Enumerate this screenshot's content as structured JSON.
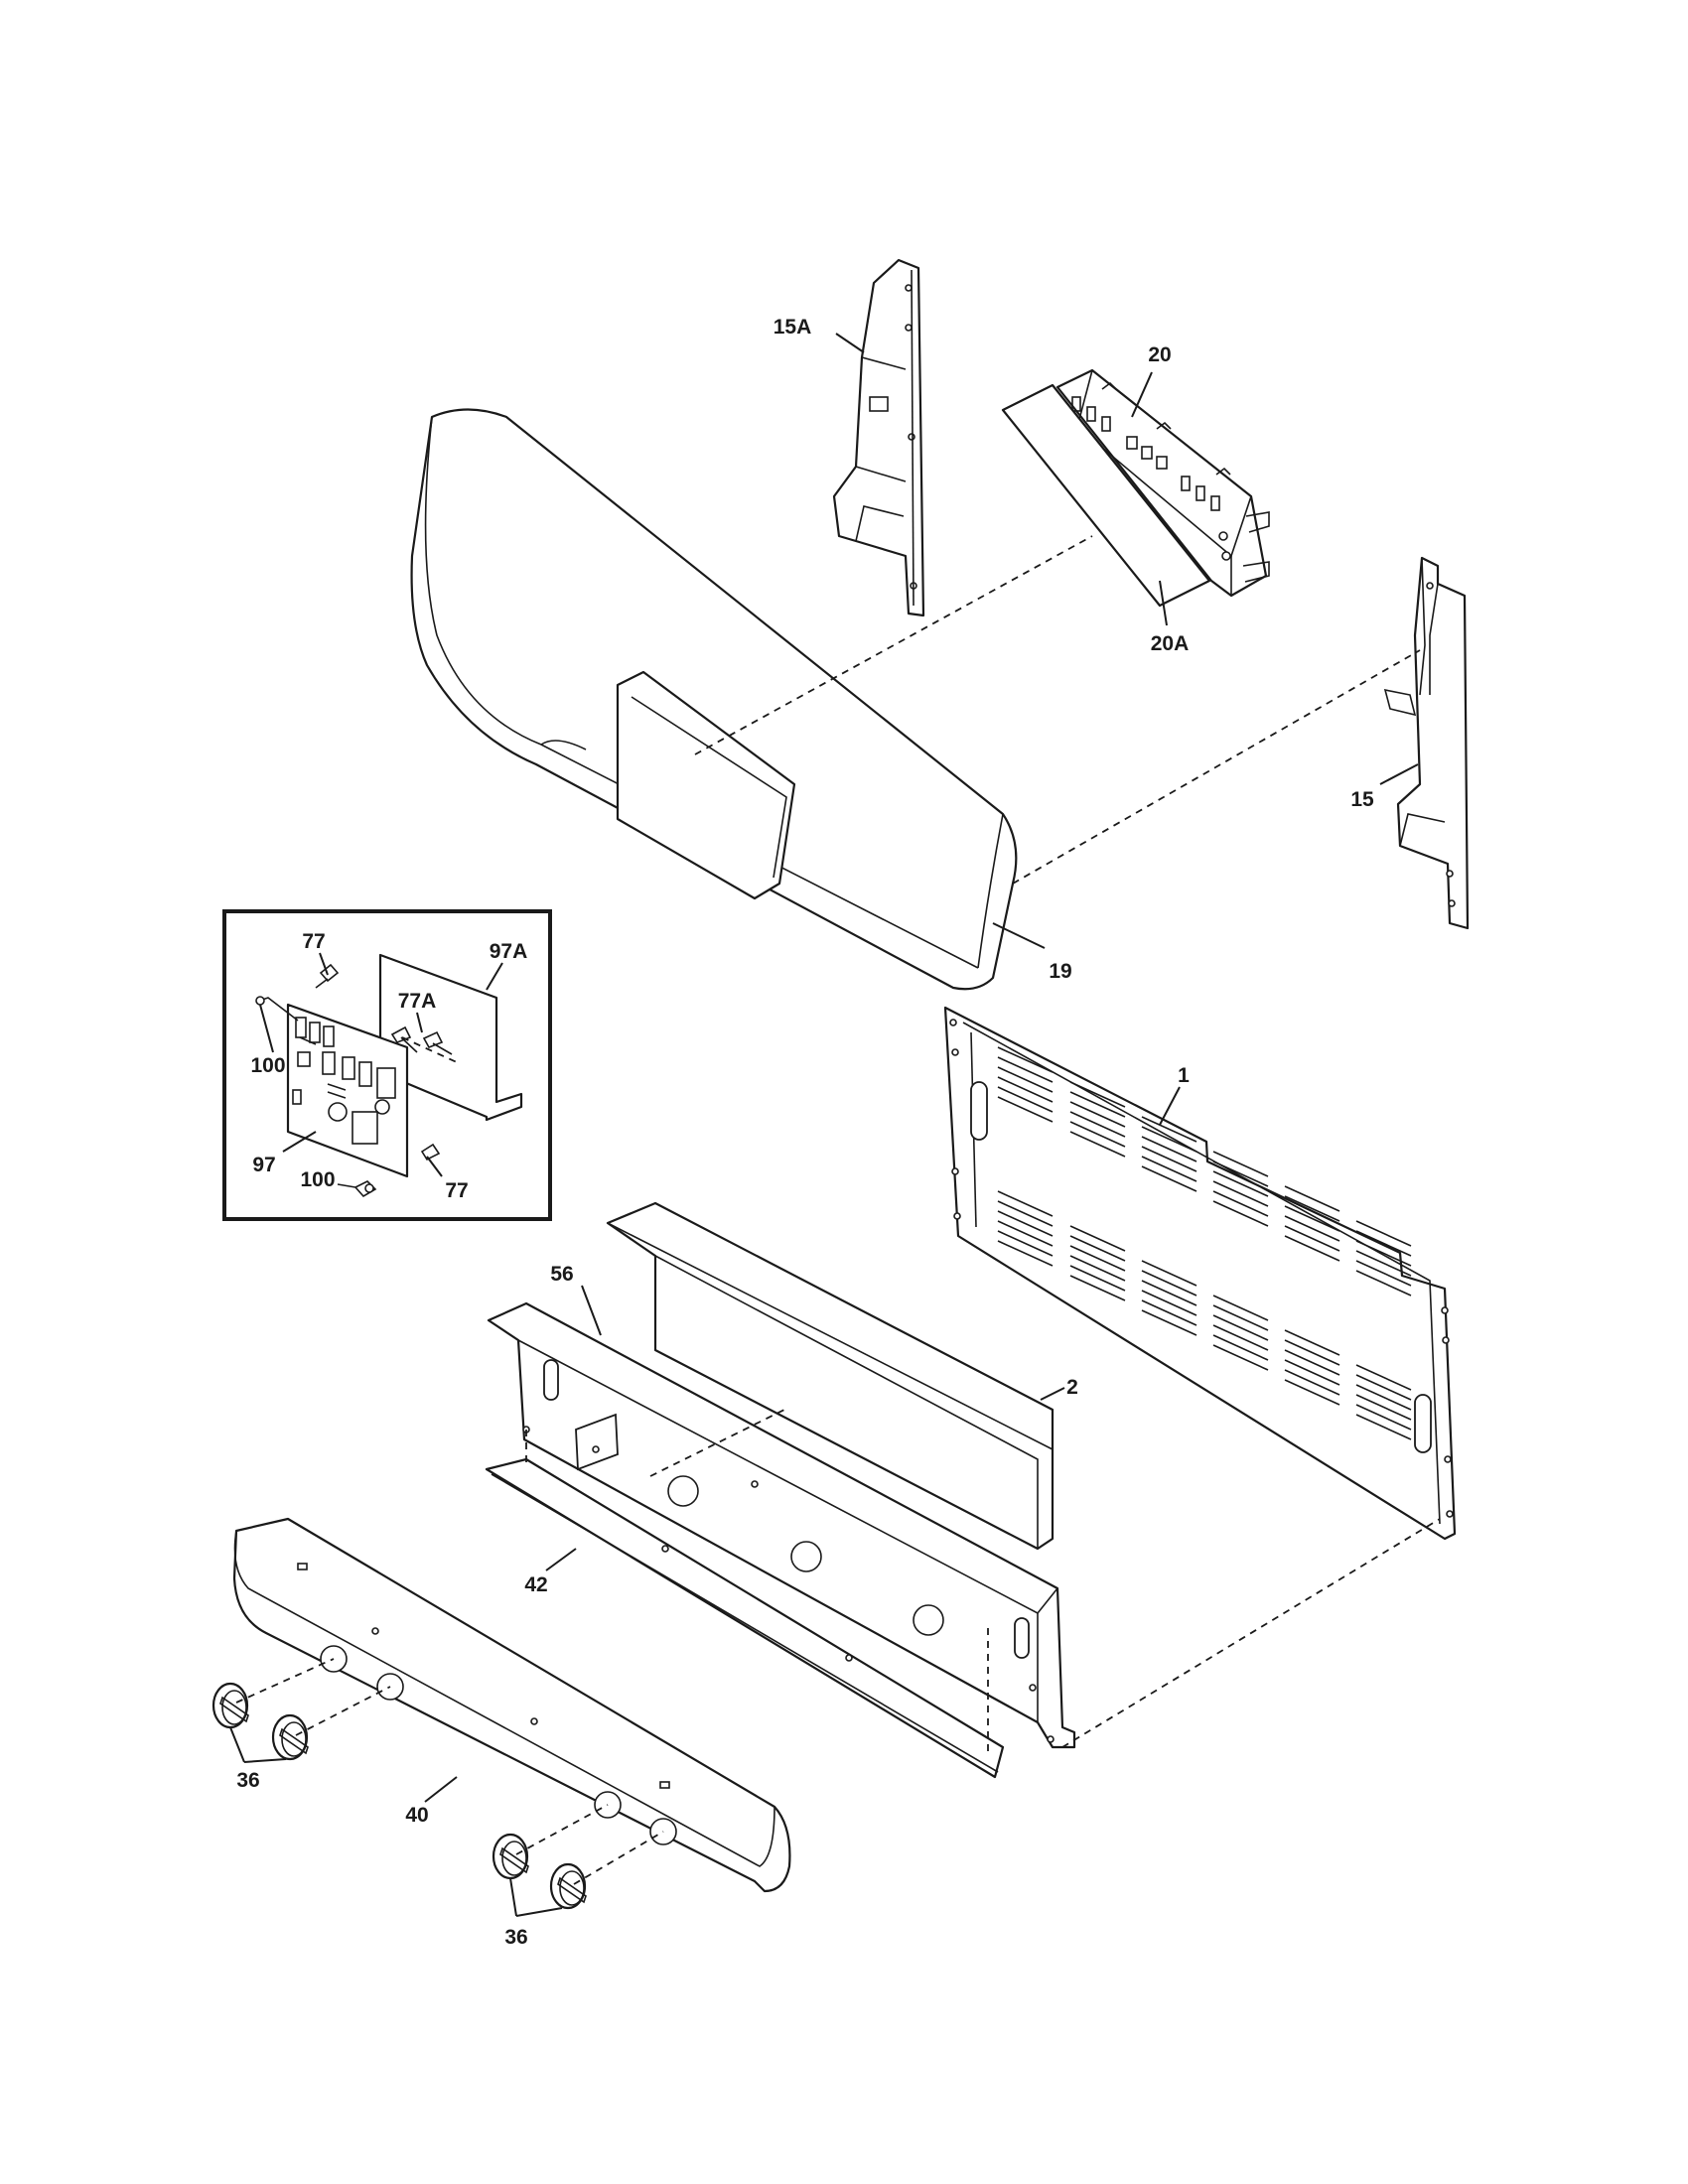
{
  "diagram": {
    "callouts": {
      "bracket_left": "15A",
      "clock_module": "20",
      "clock_overlay": "20A",
      "bracket_right": "15",
      "backguard": "19",
      "rear_panel": "1",
      "inset_screw_top": "77",
      "inset_board_cover": "97A",
      "inset_screw_middle": "77A",
      "inset_standoff_left": "100",
      "inset_control_board": "97",
      "inset_standoff_bottom": "100",
      "inset_screw_bottom": "77",
      "control_panel_bracket": "56",
      "insulation_cover": "2",
      "trim_strip": "42",
      "manifold_panel": "40",
      "knobs_left": "36",
      "knobs_right": "36"
    },
    "colors": {
      "line": "#1a1a1a",
      "background": "#ffffff"
    }
  }
}
